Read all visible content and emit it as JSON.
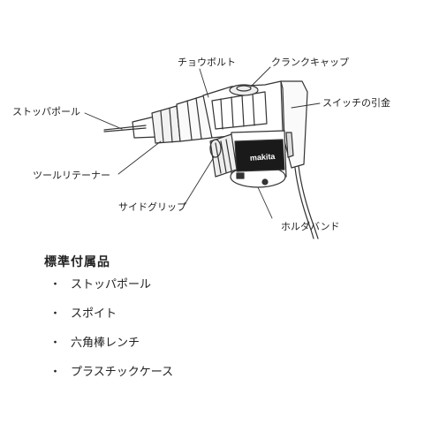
{
  "labels": {
    "chuck_bolt": "チョウボルト",
    "crank_cap": "クランクキャップ",
    "stopper_pole": "ストッパポール",
    "switch_trigger": "スイッチの引金",
    "tool_retainer": "ツールリテーナー",
    "side_grip": "サイドグリップ",
    "holder_band": "ホルダバンド",
    "brand": "makita"
  },
  "accessories": {
    "title": "標準付属品",
    "bullet": "・",
    "items": [
      {
        "label": "ストッパポール"
      },
      {
        "label": "スポイト"
      },
      {
        "label": "六角棒レンチ"
      },
      {
        "label": "プラスチックケース"
      }
    ]
  }
}
